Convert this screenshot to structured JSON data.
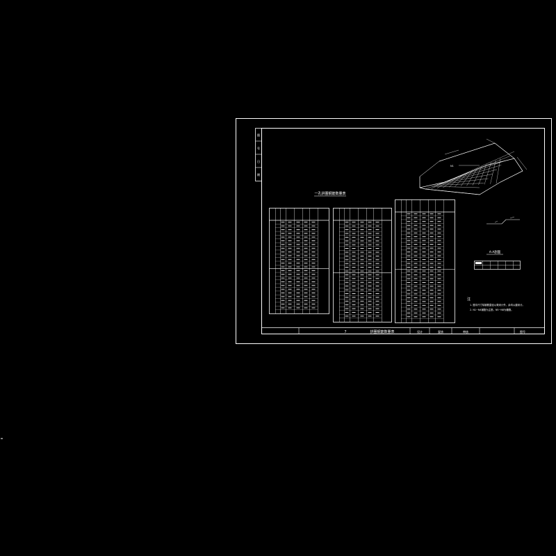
{
  "sheet": {
    "side_labels": [
      "图",
      "号",
      "日",
      "期"
    ],
    "title_block": {
      "number": "7",
      "drawing_title": "拱圈钢筋数量表",
      "fields": [
        "设计",
        "复核",
        "审核",
        "图号"
      ]
    }
  },
  "table_caption": "一孔拱圈钢筋数量表",
  "section_label": "A-A剖面",
  "notes": {
    "heading": "注",
    "lines": [
      "1. 图中尺寸除钢筋直径以毫米计外，余均以厘米计。",
      "2. N1~N4钢筋为主筋，N5~N8为箍筋。"
    ]
  },
  "colors": {
    "background": "#000000",
    "lines": "#ffffff"
  }
}
